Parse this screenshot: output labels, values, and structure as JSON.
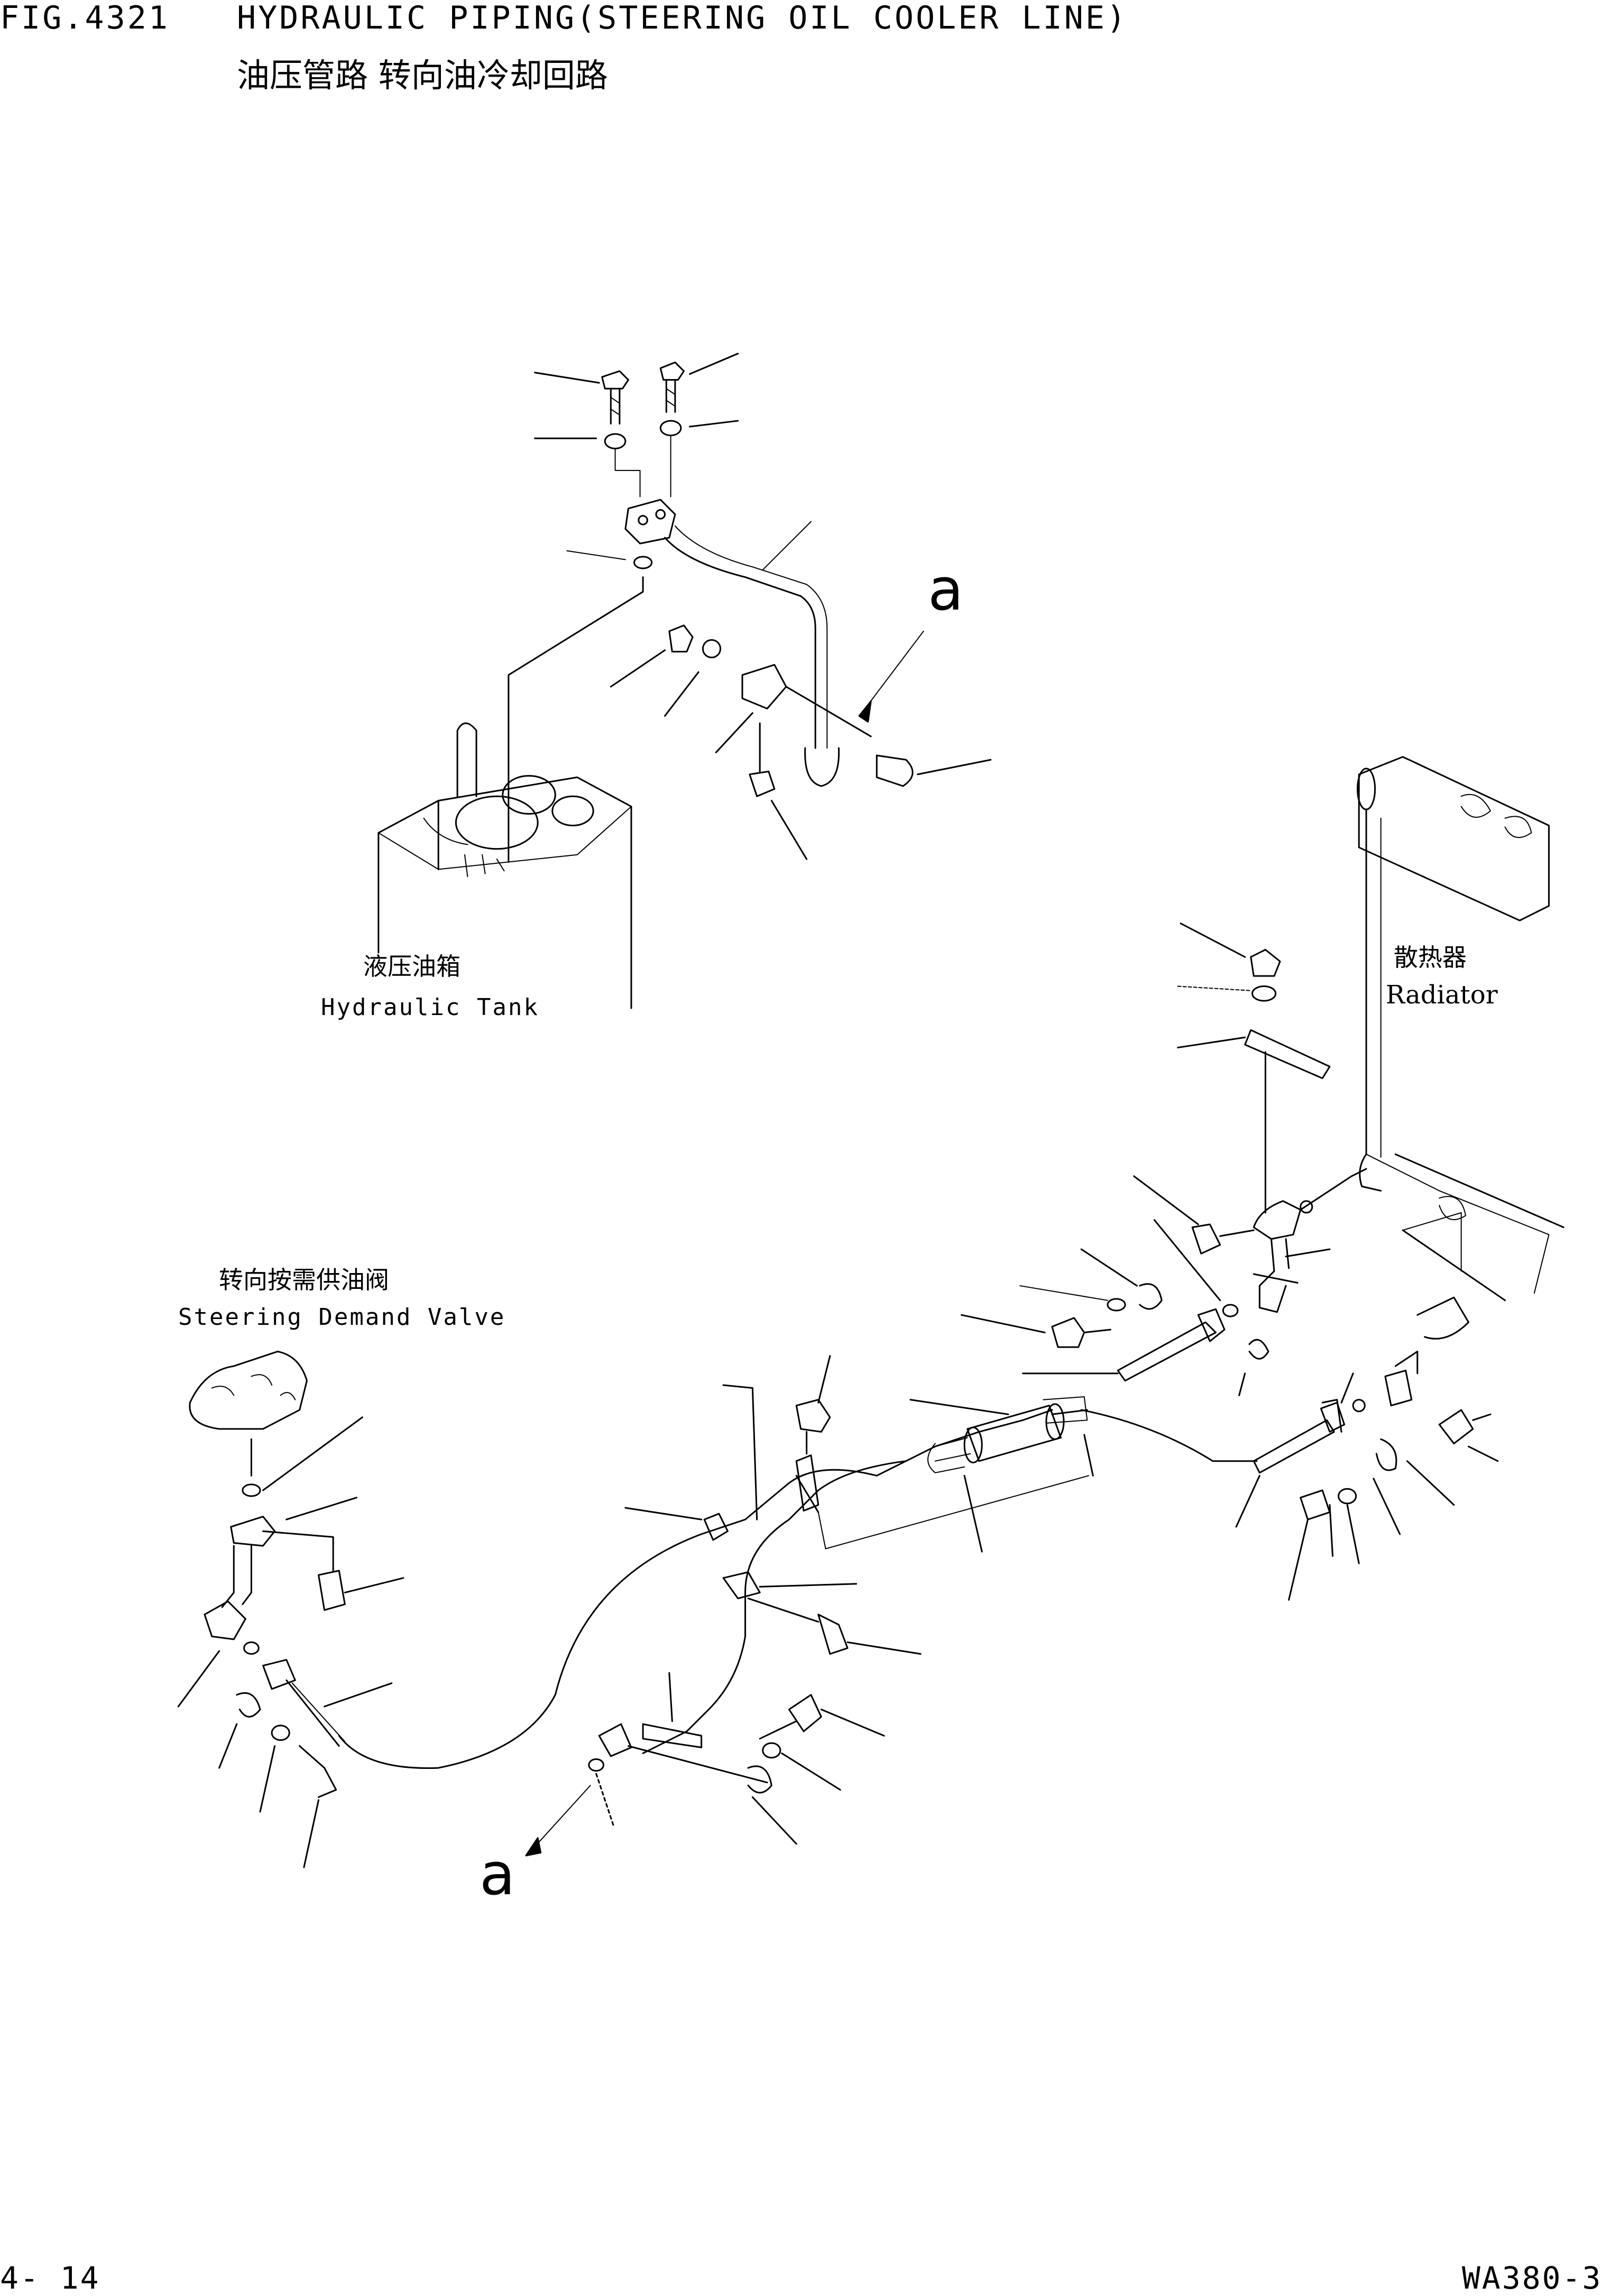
{
  "header": {
    "fig_no": "FIG.4321",
    "title_en": "HYDRAULIC PIPING(STEERING OIL COOLER LINE)",
    "title_cn": "油压管路 转向油冷却回路"
  },
  "labels": {
    "hydraulic_tank_cn": "液压油箱",
    "hydraulic_tank_en": "Hydraulic Tank",
    "radiator_cn": "散热器",
    "radiator_en": "Radiator",
    "steering_valve_cn": "转向按需供油阀",
    "steering_valve_en": "Steering Demand Valve"
  },
  "markers": {
    "a_top": "a",
    "a_bottom": "a"
  },
  "footer": {
    "page": "4- 14",
    "model": "WA380-3"
  }
}
